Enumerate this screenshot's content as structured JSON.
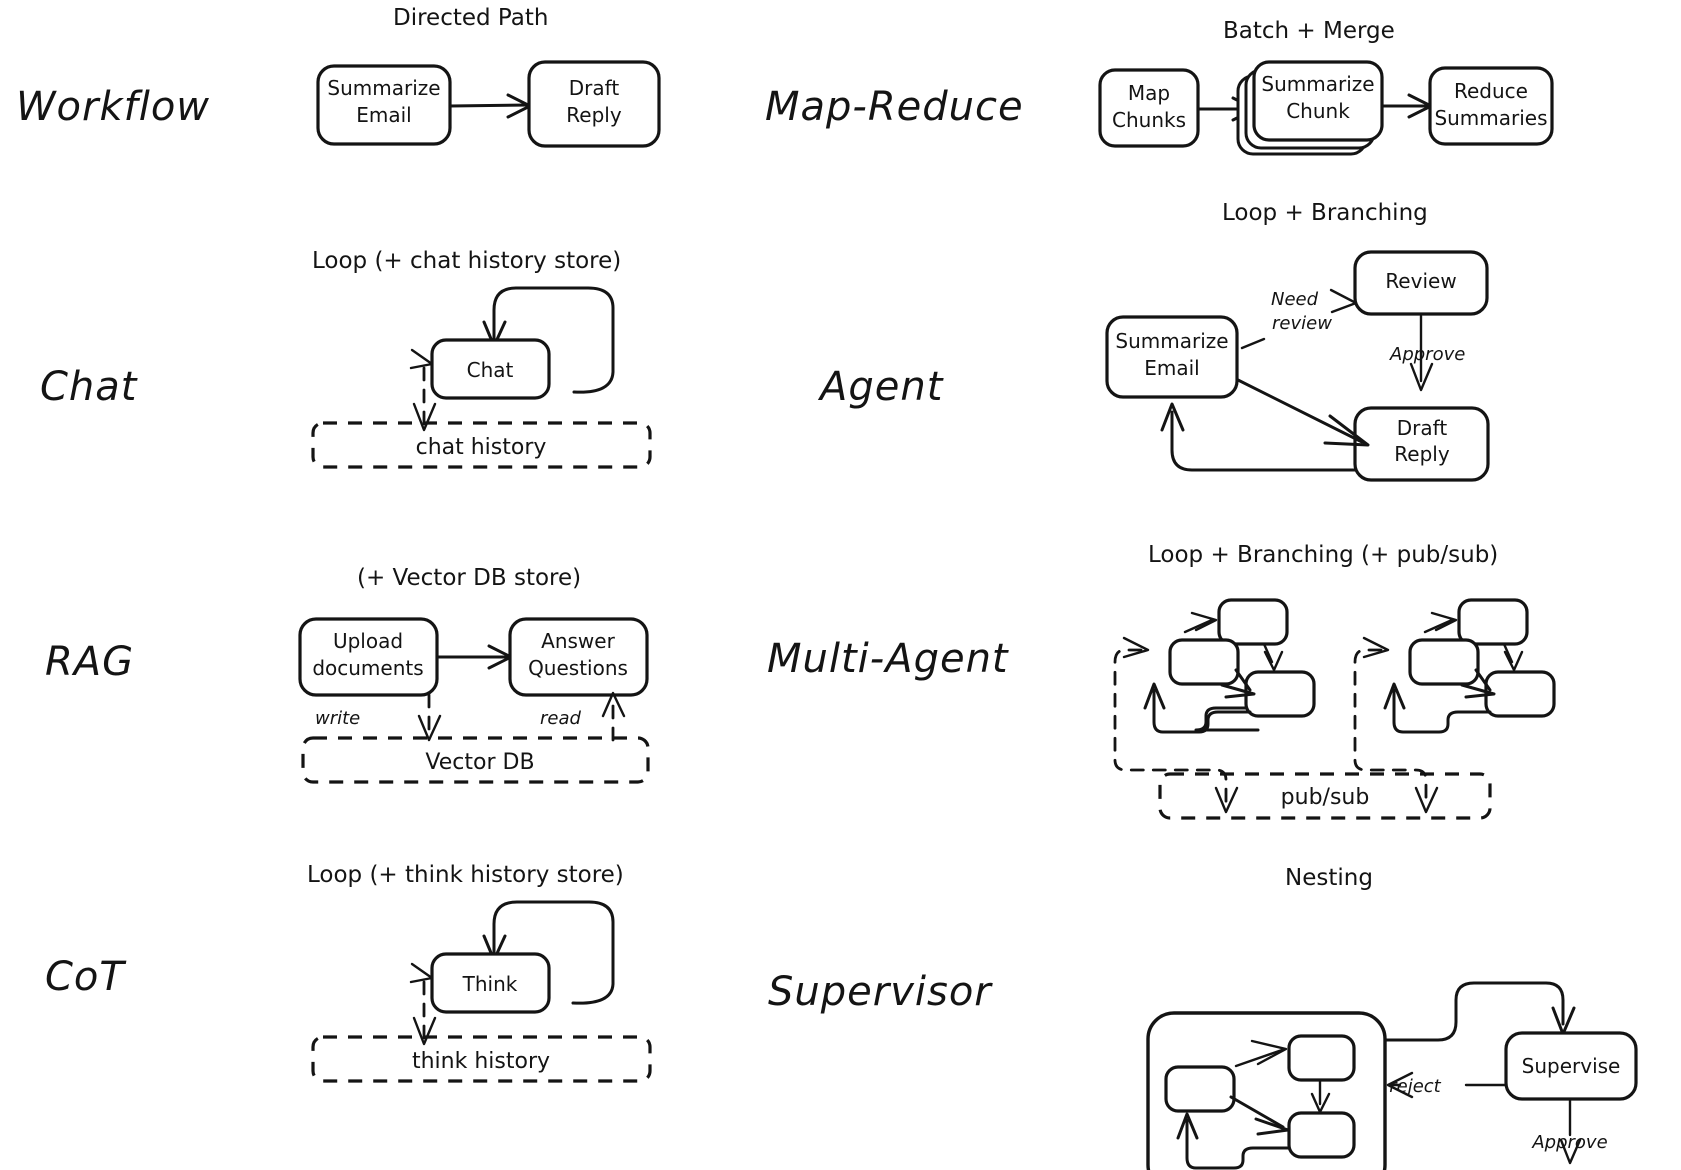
{
  "rows": [
    {
      "label": "Workflow",
      "caption": "Directed Path",
      "nodes": [
        {
          "lines": [
            "Summarize",
            "Email"
          ]
        },
        {
          "lines": [
            "Draft",
            "Reply"
          ]
        }
      ],
      "edges": []
    },
    {
      "label": "Map-Reduce",
      "caption": "Batch + Merge",
      "nodes": [
        {
          "lines": [
            "Map",
            "Chunks"
          ]
        },
        {
          "lines": [
            "Summarize",
            "Chunk"
          ],
          "stacked": true
        },
        {
          "lines": [
            "Reduce",
            "Summaries"
          ]
        }
      ],
      "edges": []
    },
    {
      "label": "Chat",
      "caption": "Loop (+ chat history store)",
      "nodes": [
        {
          "lines": [
            "Chat"
          ]
        }
      ],
      "store": "chat history",
      "edges": []
    },
    {
      "label": "Agent",
      "caption": "Loop + Branching",
      "nodes": [
        {
          "lines": [
            "Summarize",
            "Email"
          ]
        },
        {
          "lines": [
            "Review"
          ]
        },
        {
          "lines": [
            "Draft",
            "Reply"
          ]
        }
      ],
      "edges": [
        {
          "label": "Need review"
        },
        {
          "label": "Approve"
        }
      ]
    },
    {
      "label": "RAG",
      "caption": "(+ Vector DB store)",
      "nodes": [
        {
          "lines": [
            "Upload",
            "documents"
          ]
        },
        {
          "lines": [
            "Answer",
            "Questions"
          ]
        }
      ],
      "store": "Vector DB",
      "edges": [
        {
          "label": "write"
        },
        {
          "label": "read"
        }
      ]
    },
    {
      "label": "Multi-Agent",
      "caption": "Loop + Branching (+ pub/sub)",
      "nodes": [],
      "store": "pub/sub",
      "edges": []
    },
    {
      "label": "CoT",
      "caption": "Loop (+ think history store)",
      "nodes": [
        {
          "lines": [
            "Think"
          ]
        }
      ],
      "store": "think history",
      "edges": []
    },
    {
      "label": "Supervisor",
      "caption": "Nesting",
      "nodes": [
        {
          "lines": [
            "Supervise"
          ]
        }
      ],
      "edges": [
        {
          "label": "reject"
        },
        {
          "label": "Approve"
        }
      ]
    }
  ],
  "labels": {
    "workflow": "Workflow",
    "map_reduce": "Map-Reduce",
    "chat": "Chat",
    "agent": "Agent",
    "rag": "RAG",
    "multi_agent": "Multi-Agent",
    "cot": "CoT",
    "supervisor": "Supervisor"
  },
  "captions": {
    "directed_path": "Directed Path",
    "batch_merge": "Batch + Merge",
    "loop_chat": "Loop (+ chat history store)",
    "loop_branching": "Loop + Branching",
    "vector_db_store": "(+ Vector DB store)",
    "loop_branching_pubsub": "Loop + Branching (+ pub/sub)",
    "loop_think": "Loop (+ think history store)",
    "nesting": "Nesting"
  },
  "nodes": {
    "summarize_email_1": {
      "l1": "Summarize",
      "l2": "Email"
    },
    "draft_reply_1": {
      "l1": "Draft",
      "l2": "Reply"
    },
    "map_chunks": {
      "l1": "Map",
      "l2": "Chunks"
    },
    "summarize_chunk": {
      "l1": "Summarize",
      "l2": "Chunk"
    },
    "reduce_summaries": {
      "l1": "Reduce",
      "l2": "Summaries"
    },
    "chat": {
      "l1": "Chat"
    },
    "summarize_email_2": {
      "l1": "Summarize",
      "l2": "Email"
    },
    "review": {
      "l1": "Review"
    },
    "draft_reply_2": {
      "l1": "Draft",
      "l2": "Reply"
    },
    "upload_documents": {
      "l1": "Upload",
      "l2": "documents"
    },
    "answer_questions": {
      "l1": "Answer",
      "l2": "Questions"
    },
    "think": {
      "l1": "Think"
    },
    "supervise": {
      "l1": "Supervise"
    }
  },
  "stores": {
    "chat_history": "chat history",
    "vector_db": "Vector DB",
    "pub_sub": "pub/sub",
    "think_history": "think history"
  },
  "edge_labels": {
    "need": "Need",
    "review": "review",
    "approve_agent": "Approve",
    "write": "write",
    "read": "read",
    "reject": "reject",
    "approve_supervisor": "Approve"
  },
  "colors": {
    "ink": "#141414",
    "paper": "#ffffff"
  }
}
